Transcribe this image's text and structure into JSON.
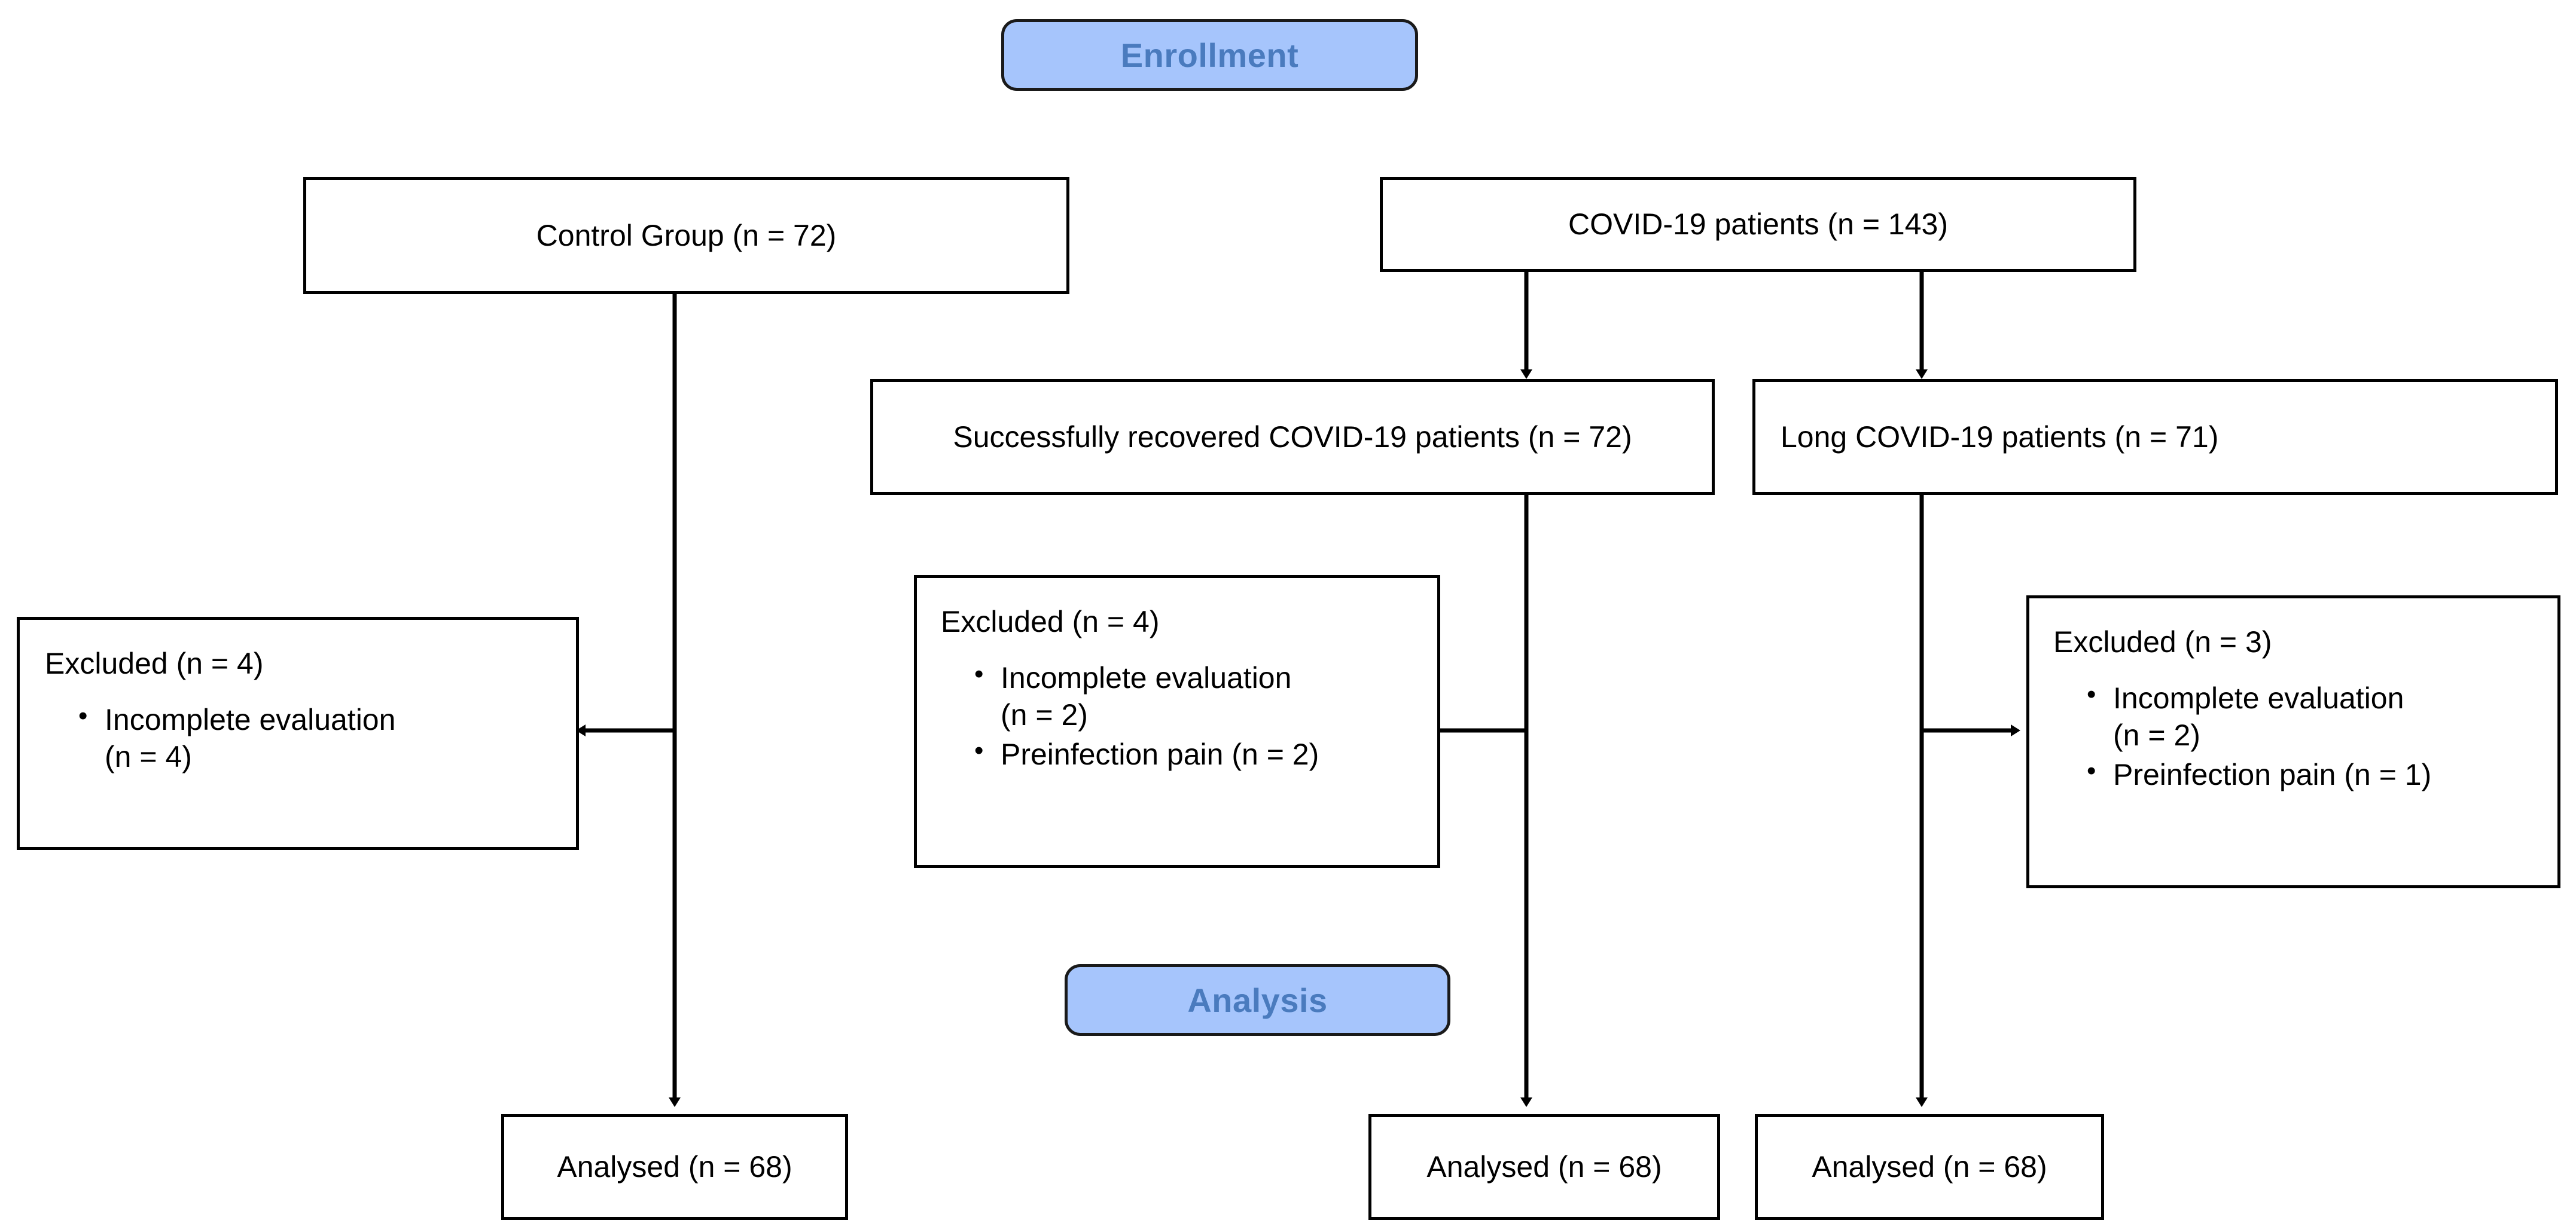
{
  "diagram": {
    "type": "consort-flow-diagram",
    "title": "",
    "colors": {
      "stage_fill": "#A6C5FC",
      "stage_text": "#4A7BBE",
      "box_border": "#000000",
      "box_fill": "#FFFFFF",
      "connector": "#000000",
      "background": "#FFFFFF"
    }
  },
  "stages": {
    "enrollment": {
      "label": "Enrollment"
    },
    "analysis": {
      "label": "Analysis"
    }
  },
  "nodes": {
    "control_group": {
      "label": "Control Group (n = 72)"
    },
    "covid_patients": {
      "label": "COVID-19 patients (n = 143)"
    },
    "recovered": {
      "label": "Successfully recovered COVID-19 patients (n = 72)"
    },
    "long_covid": {
      "label": "Long COVID-19 patients (n = 71)"
    },
    "analysed_control": {
      "label": "Analysed (n = 68)"
    },
    "analysed_recovered": {
      "label": "Analysed (n = 68)"
    },
    "analysed_long": {
      "label": "Analysed (n = 68)"
    }
  },
  "excluded": {
    "control": {
      "title": "Excluded (n = 4)",
      "reasons": [
        "Incomplete evaluation\n(n = 4)"
      ]
    },
    "recovered": {
      "title": "Excluded (n = 4)",
      "reasons": [
        "Incomplete evaluation\n(n = 2)",
        "Preinfection pain (n = 2)"
      ]
    },
    "long_covid": {
      "title": "Excluded (n = 3)",
      "reasons": [
        "Incomplete evaluation\n(n = 2)",
        "Preinfection pain (n = 1)"
      ]
    }
  },
  "flow": {
    "edges": [
      {
        "from": "covid_patients",
        "to": "recovered",
        "direction": "down"
      },
      {
        "from": "covid_patients",
        "to": "long_covid",
        "direction": "down"
      },
      {
        "from": "control_group",
        "to": "excluded_control",
        "direction": "left"
      },
      {
        "from": "recovered",
        "to": "excluded_recovered",
        "direction": "left"
      },
      {
        "from": "long_covid",
        "to": "excluded_long_covid",
        "direction": "right"
      },
      {
        "from": "control_group",
        "to": "analysed_control",
        "direction": "down"
      },
      {
        "from": "recovered",
        "to": "analysed_recovered",
        "direction": "down"
      },
      {
        "from": "long_covid",
        "to": "analysed_long",
        "direction": "down"
      }
    ]
  }
}
